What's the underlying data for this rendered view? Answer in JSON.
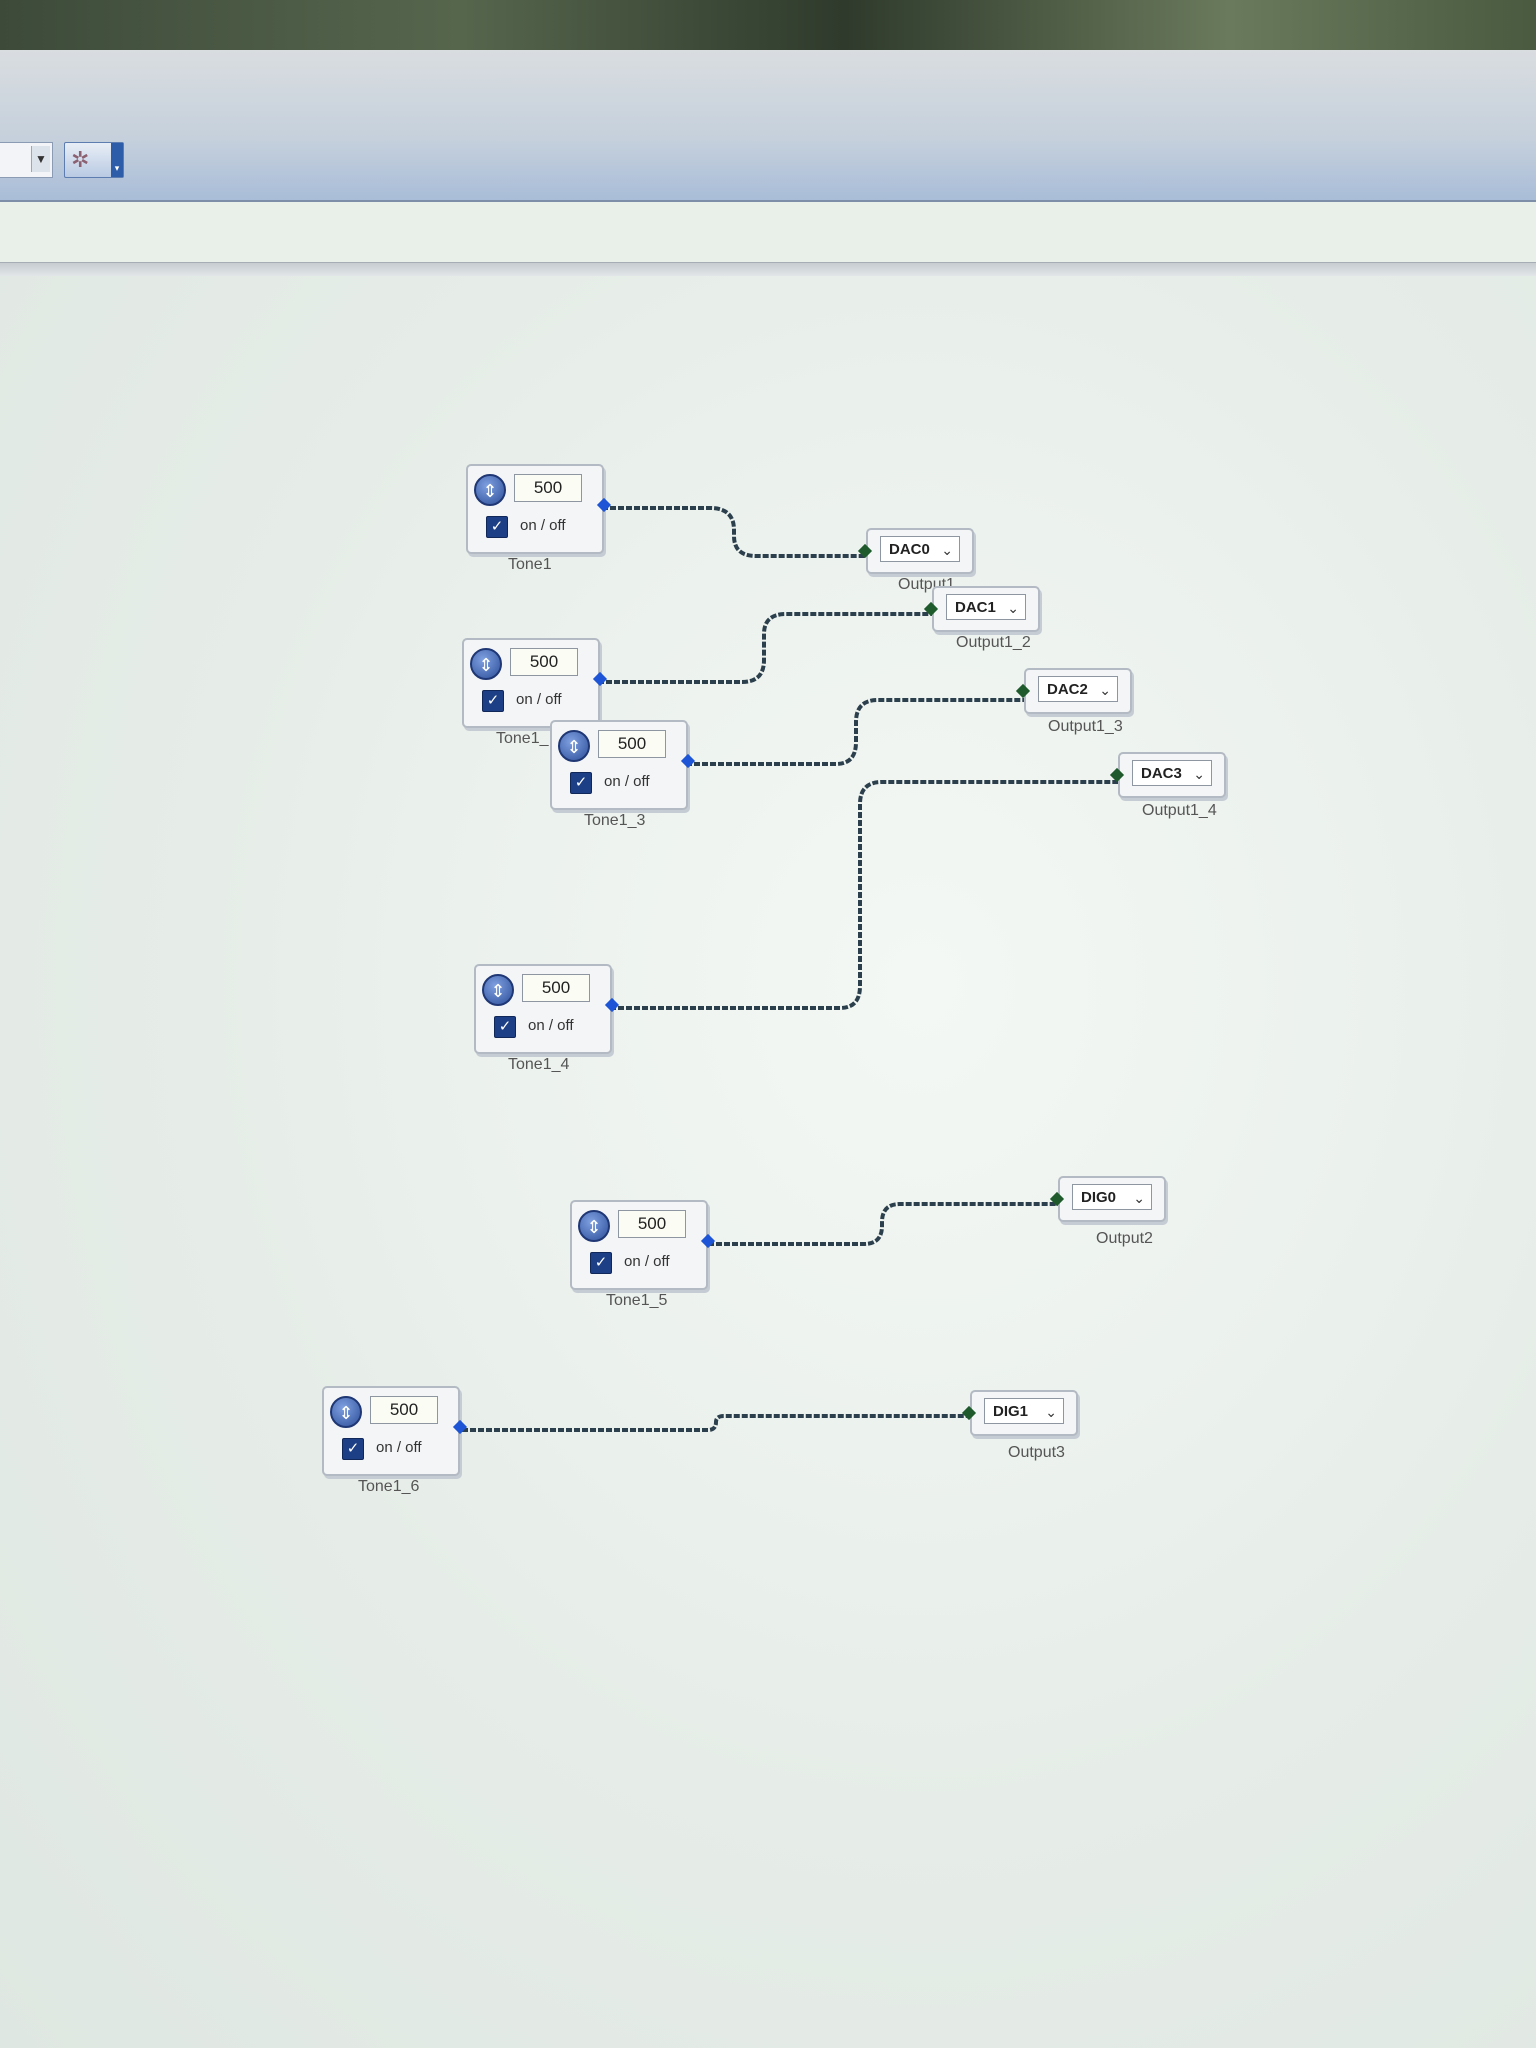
{
  "toolbar": {
    "dropdown_icon": "dropdown-arrow-icon",
    "tool_icon": "gear-cluster-icon"
  },
  "tones": [
    {
      "label": "Tone1",
      "frequency": "500",
      "toggle_label": "on / off",
      "enabled": true
    },
    {
      "label": "Tone1_",
      "frequency": "500",
      "toggle_label": "on / off",
      "enabled": true
    },
    {
      "label": "Tone1_3",
      "frequency": "500",
      "toggle_label": "on / off",
      "enabled": true
    },
    {
      "label": "Tone1_4",
      "frequency": "500",
      "toggle_label": "on / off",
      "enabled": true
    },
    {
      "label": "Tone1_5",
      "frequency": "500",
      "toggle_label": "on / off",
      "enabled": true
    },
    {
      "label": "Tone1_6",
      "frequency": "500",
      "toggle_label": "on / off",
      "enabled": true
    }
  ],
  "outputs": [
    {
      "label": "Output1",
      "channel": "DAC0"
    },
    {
      "label": "Output1_2",
      "channel": "DAC1"
    },
    {
      "label": "Output1_3",
      "channel": "DAC2"
    },
    {
      "label": "Output1_4",
      "channel": "DAC3"
    },
    {
      "label": "Output2",
      "channel": "DIG0"
    },
    {
      "label": "Output3",
      "channel": "DIG1"
    }
  ],
  "connections": [
    {
      "from": "Tone1",
      "to": "Output1"
    },
    {
      "from": "Tone1_",
      "to": "Output1_2"
    },
    {
      "from": "Tone1_3",
      "to": "Output1_3"
    },
    {
      "from": "Tone1_4",
      "to": "Output1_4"
    },
    {
      "from": "Tone1_5",
      "to": "Output2"
    },
    {
      "from": "Tone1_6",
      "to": "Output3"
    }
  ],
  "colors": {
    "wire": "#2c3f4c",
    "output_port": "#1d55d6",
    "input_port": "#1f5a2c",
    "checkbox": "#1c3f86"
  }
}
